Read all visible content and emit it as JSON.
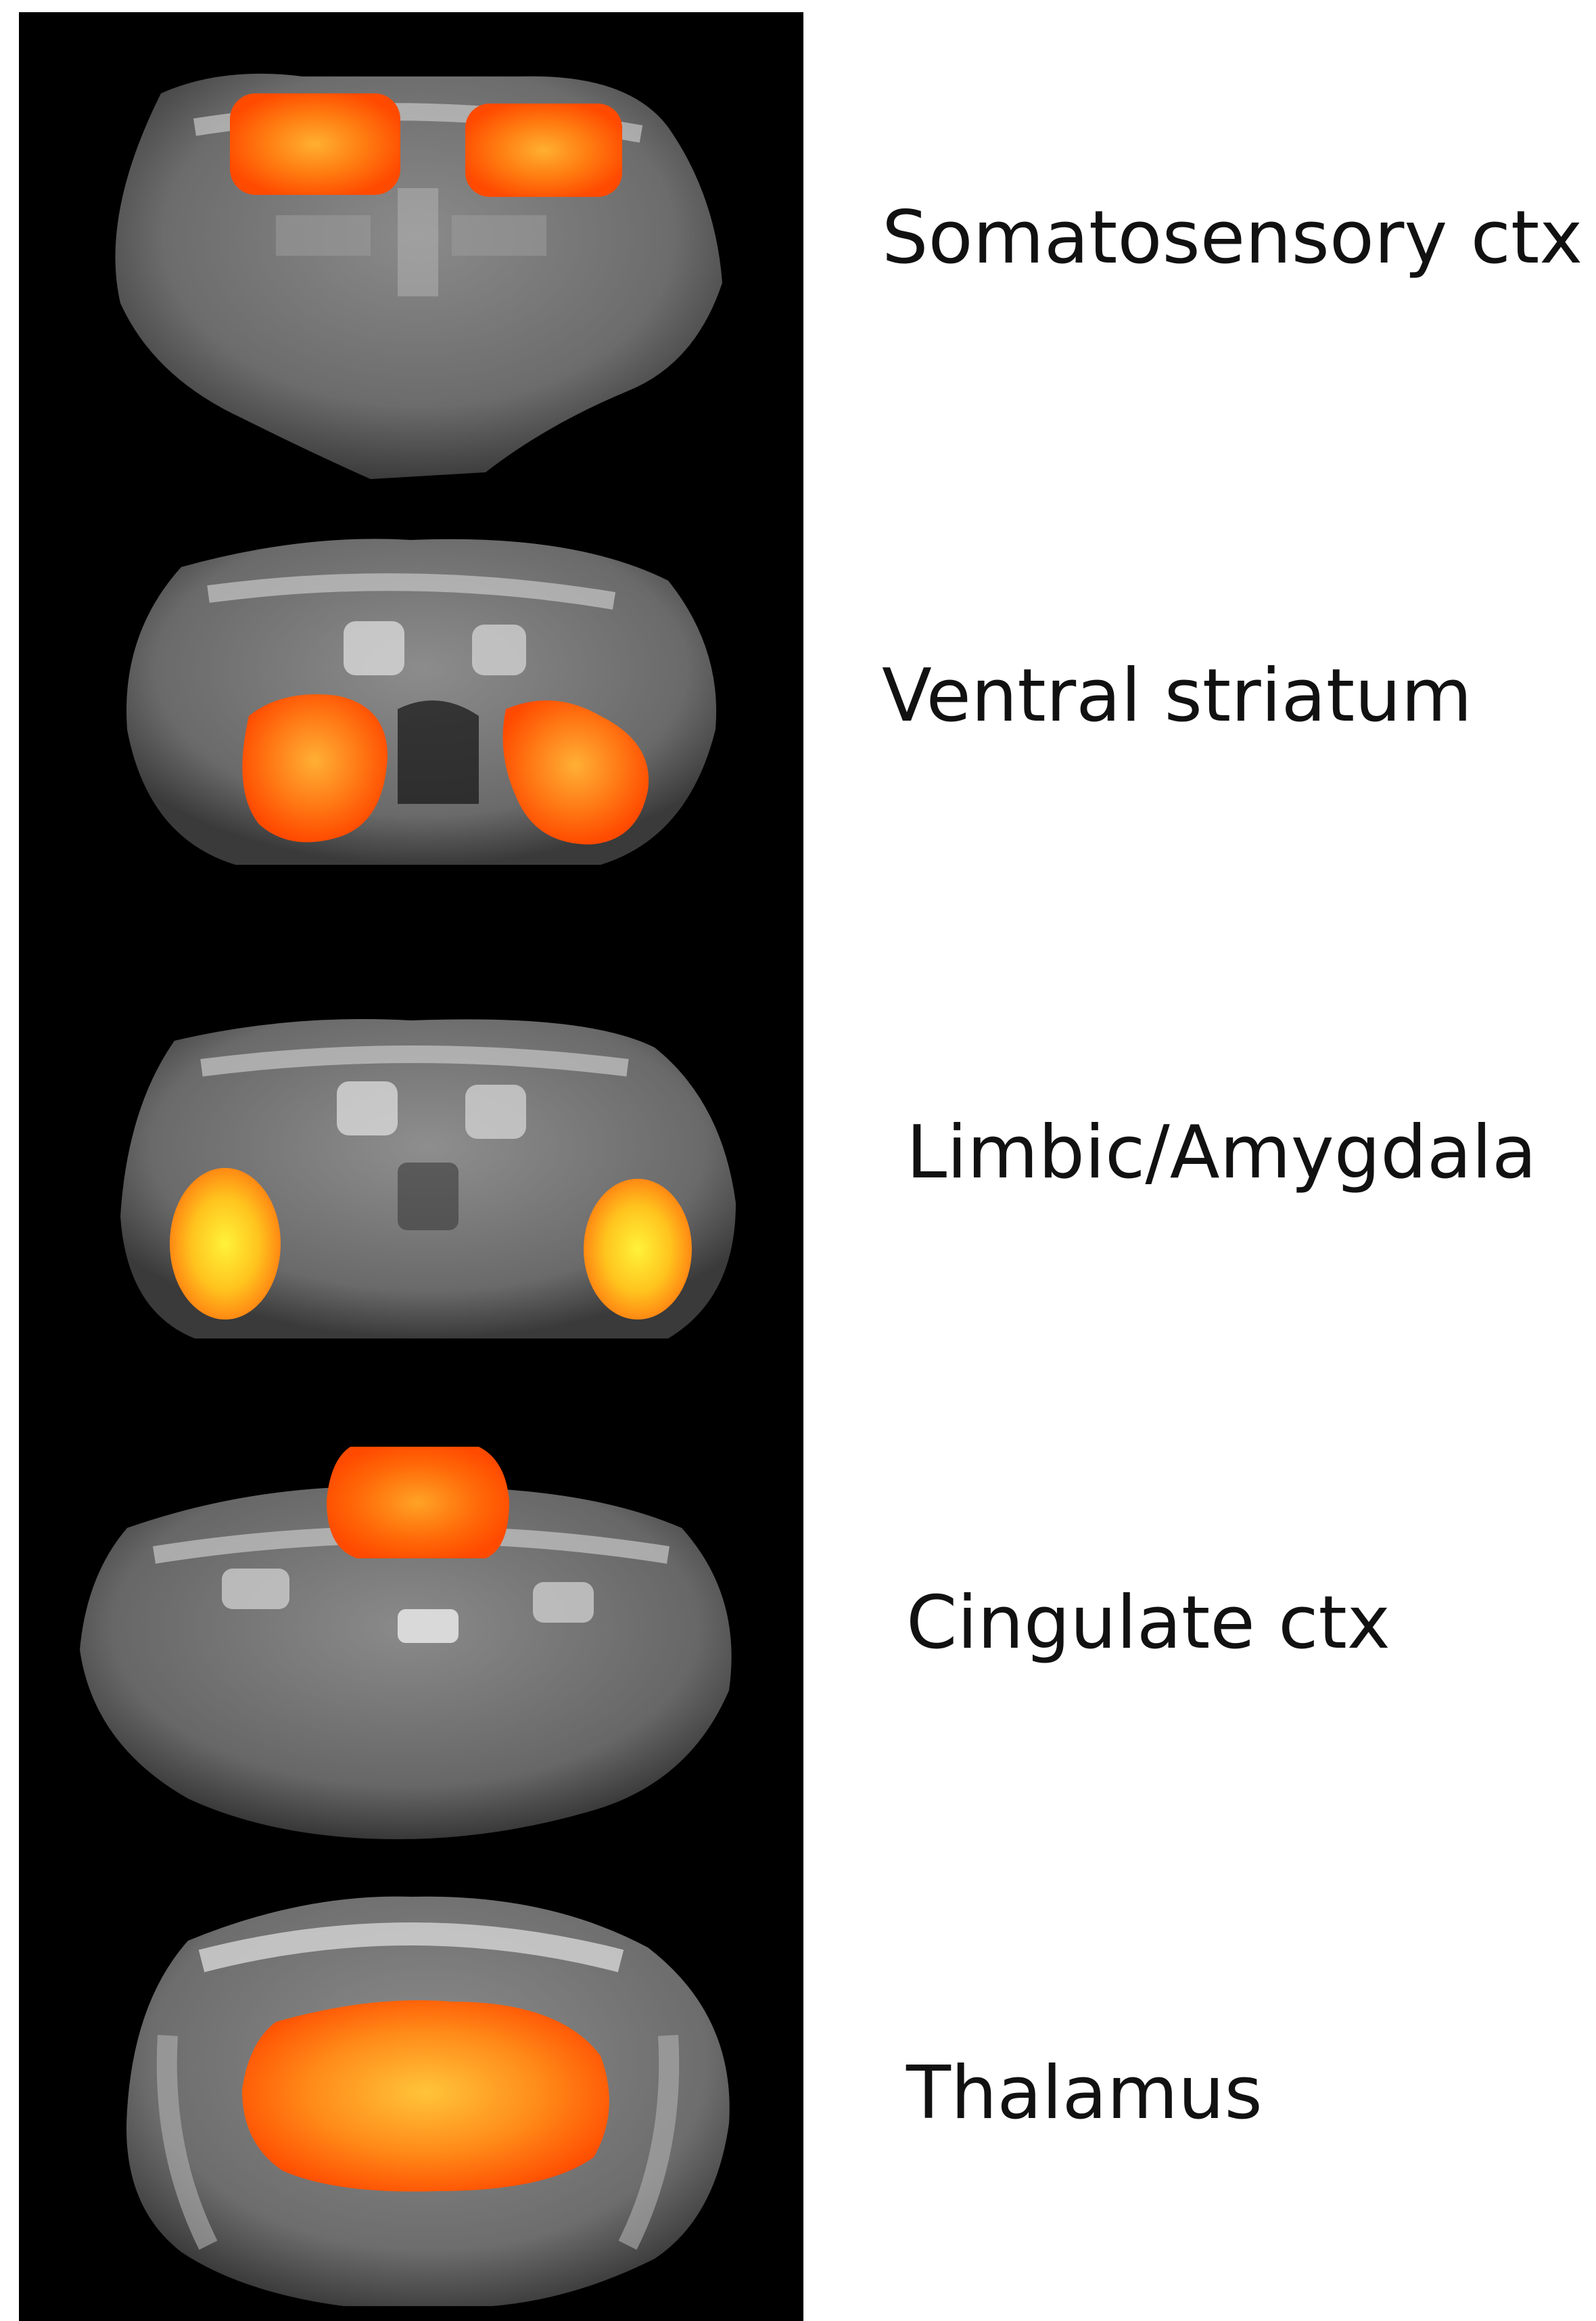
{
  "figure": {
    "background_color": "#000000",
    "activation_colors": [
      "#ff5a00",
      "#ff9a10",
      "#ffd21e",
      "#fff23a"
    ],
    "slices": [
      {
        "label": "Somatosensory ctx"
      },
      {
        "label": "Ventral striatum"
      },
      {
        "label": "Limbic/Amygdala"
      },
      {
        "label": "Cingulate ctx"
      },
      {
        "label": "Thalamus"
      }
    ]
  }
}
